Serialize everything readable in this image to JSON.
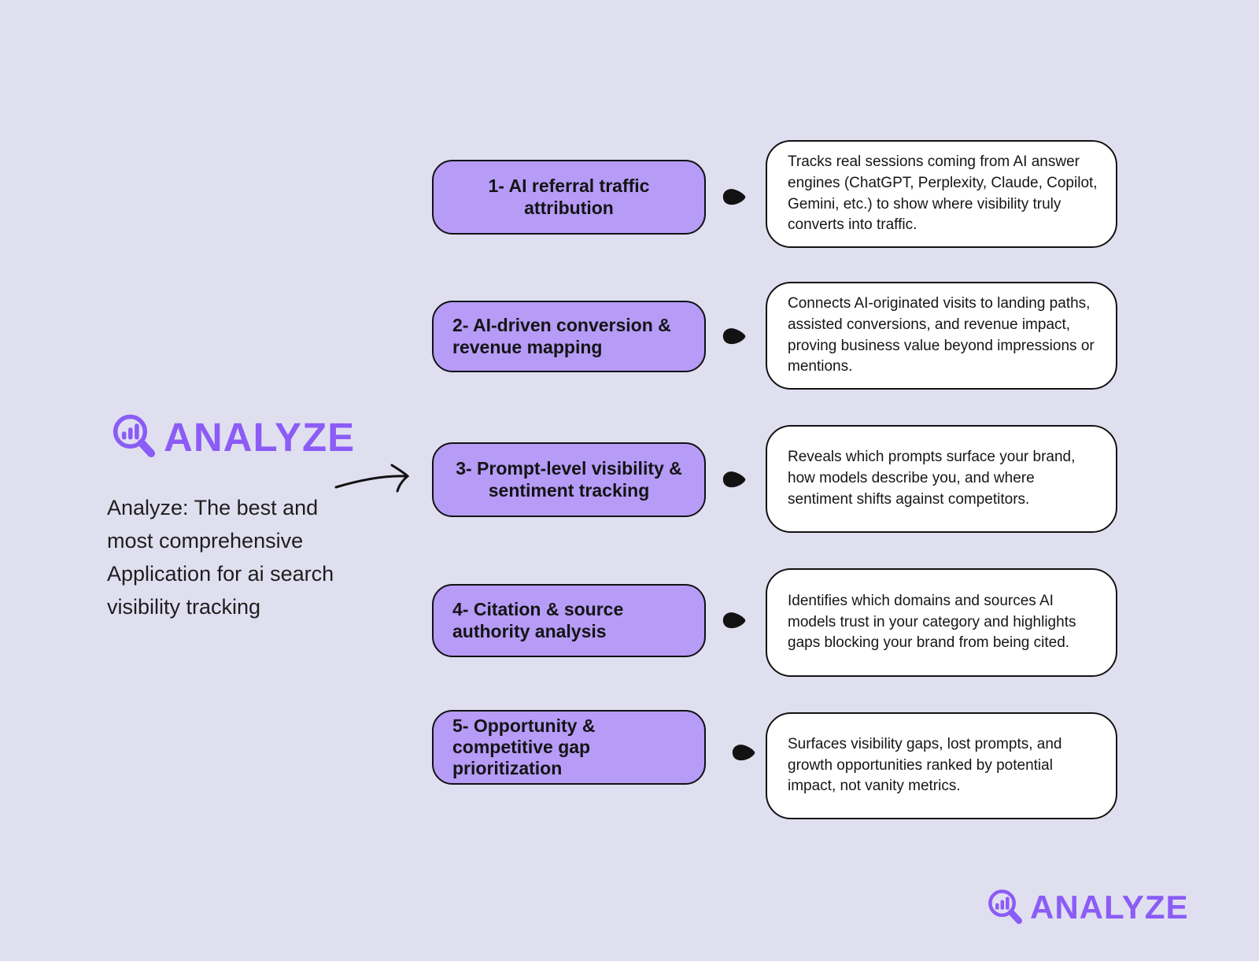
{
  "colors": {
    "background": "#E0DFF0",
    "pill_fill": "#B69BF7",
    "outline_black": "#121212",
    "brand_purple": "#8B5CF6",
    "card_fill": "#FFFFFF"
  },
  "brand": {
    "name": "ANALYZE",
    "icon": "magnifier-bar-chart-icon"
  },
  "intro": {
    "text": "Analyze: The best and most comprehensive Application for ai search visibility tracking"
  },
  "footer": {
    "name": "ANALYZE"
  },
  "features": [
    {
      "label": "1- AI referral traffic attribution",
      "description": "Tracks real sessions coming from AI answer engines (ChatGPT, Perplexity, Claude, Copilot, Gemini, etc.) to show where visibility truly converts into traffic."
    },
    {
      "label": "2- AI-driven conversion & revenue mapping",
      "description": "Connects AI-originated visits to landing paths, assisted conversions, and revenue impact, proving business value beyond impressions or mentions."
    },
    {
      "label": "3- Prompt-level visibility & sentiment tracking",
      "description": "Reveals which prompts surface your brand, how models describe you, and where sentiment shifts against competitors."
    },
    {
      "label": "4- Citation & source authority analysis",
      "description": "Identifies which domains and sources AI models trust in your category and highlights gaps blocking your brand from being cited."
    },
    {
      "label": "5- Opportunity & competitive gap prioritization",
      "description": "Surfaces visibility gaps, lost prompts, and growth opportunities ranked by potential impact, not vanity metrics."
    }
  ]
}
